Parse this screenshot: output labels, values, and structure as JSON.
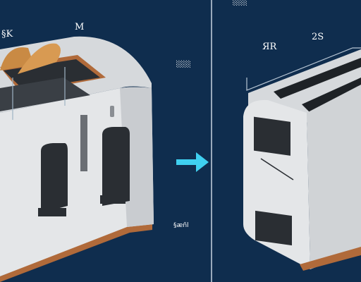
{
  "labels": {
    "left_top_left": "§K",
    "left_top_right": "M",
    "left_side_right": "░░░",
    "left_bottom_right": "§æñl",
    "right_top_edge": "░░░",
    "right_top_left": "ЯR",
    "right_top_right": "2S"
  },
  "colors": {
    "background": "#0f2d4e",
    "divider": "#c8d4e0",
    "arrow": "#3fd0f0",
    "toaster_body": "#e4e6e8",
    "toaster_shadow": "#b8bcc0",
    "slot_dark": "#2a2e33",
    "copper_trim": "#b06a3a",
    "bread": "#c98a44"
  },
  "icons": {
    "arrow": "right-arrow-icon"
  }
}
